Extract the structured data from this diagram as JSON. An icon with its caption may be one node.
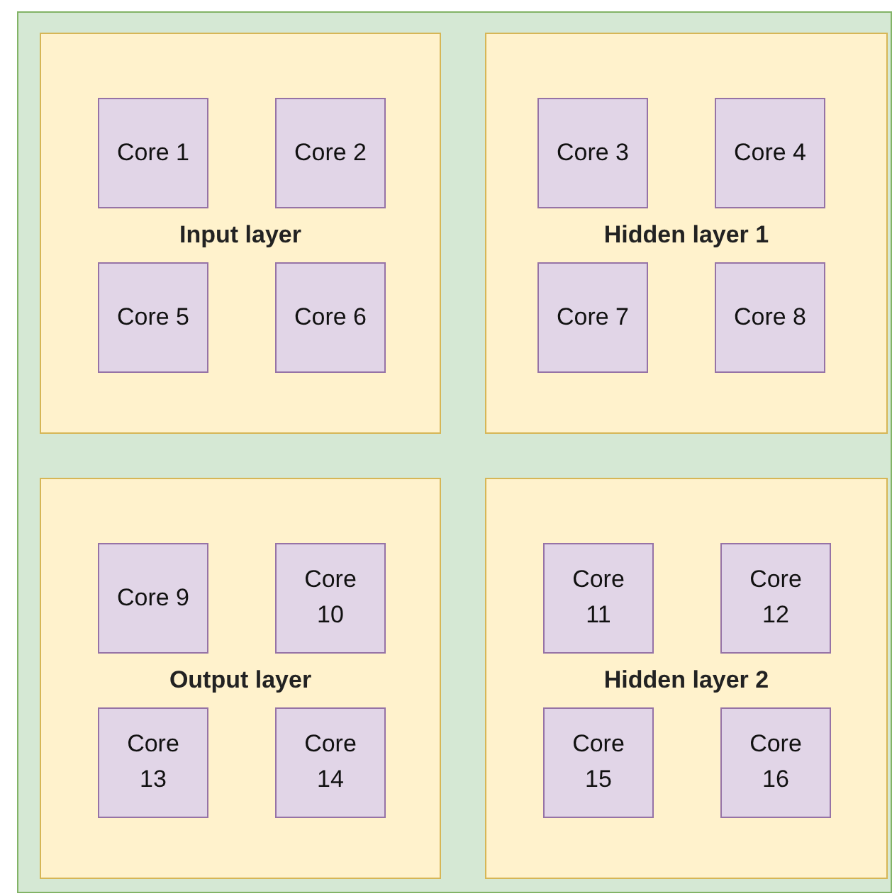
{
  "diagram": {
    "nodes": [
      {
        "text": [],
        "shape": "box"
      },
      {
        "text": [
          "Input layer"
        ],
        "in": 0
      },
      {
        "text": [
          "Core 1"
        ],
        "in": 1
      },
      {
        "text": [
          "Core 2"
        ],
        "in": 1
      },
      {
        "text": [
          "Core 5"
        ],
        "in": 1
      },
      {
        "text": [
          "Core 6"
        ],
        "in": 1
      },
      {
        "text": [
          "Hidden layer 1"
        ],
        "in": 0
      },
      {
        "text": [
          "Core 3"
        ],
        "in": 6
      },
      {
        "text": [
          "Core 4"
        ],
        "in": 6
      },
      {
        "text": [
          "Core 7"
        ],
        "in": 6
      },
      {
        "text": [
          "Core 8"
        ],
        "in": 6
      },
      {
        "text": [
          "Output layer"
        ],
        "in": 0
      },
      {
        "text": [
          "Core 9"
        ],
        "in": 11
      },
      {
        "text": [
          "Core 10"
        ],
        "in": 11
      },
      {
        "text": [
          "Core 13"
        ],
        "in": 11
      },
      {
        "text": [
          "Core 14"
        ],
        "in": 11
      },
      {
        "text": [
          "Hidden layer 2"
        ],
        "in": 0
      },
      {
        "text": [
          "Core 11"
        ],
        "in": 16
      },
      {
        "text": [
          "Core 12"
        ],
        "in": 16
      },
      {
        "text": [
          "Core 15"
        ],
        "in": 16
      },
      {
        "text": [
          "Core 16"
        ],
        "in": 16
      }
    ],
    "edges": []
  }
}
